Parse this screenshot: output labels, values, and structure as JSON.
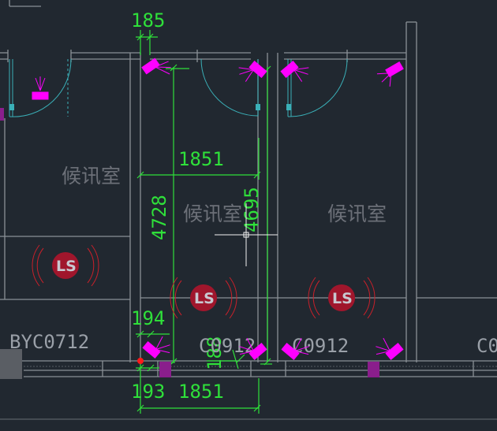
{
  "drawing": {
    "colors": {
      "background": "#212830",
      "wall": "#8a9096",
      "dimension": "#2fe03a",
      "door": "#3ab0b8",
      "camera": "#ff00ff",
      "speaker_ring": "#c8202a",
      "speaker_fill": "#a0162c",
      "marker": "#8a1e8c",
      "room_text": "#6c7078"
    },
    "rooms": [
      {
        "label": "候讯室"
      },
      {
        "label": "候讯室"
      },
      {
        "label": "候讯室"
      }
    ],
    "door_tags": [
      {
        "label": "BYC0712"
      },
      {
        "label": "C0912"
      },
      {
        "label": "C0912"
      },
      {
        "label": "C0"
      }
    ],
    "dimensions": {
      "top_185": "185",
      "mid_1851": "1851",
      "v_4728": "4728",
      "v_4695": "4695",
      "d_194": "194",
      "d_188": "188",
      "d_193": "193",
      "bottom_1851": "1851"
    },
    "speakers": [
      {
        "label": "LS"
      },
      {
        "label": "LS"
      },
      {
        "label": "LS"
      }
    ]
  }
}
